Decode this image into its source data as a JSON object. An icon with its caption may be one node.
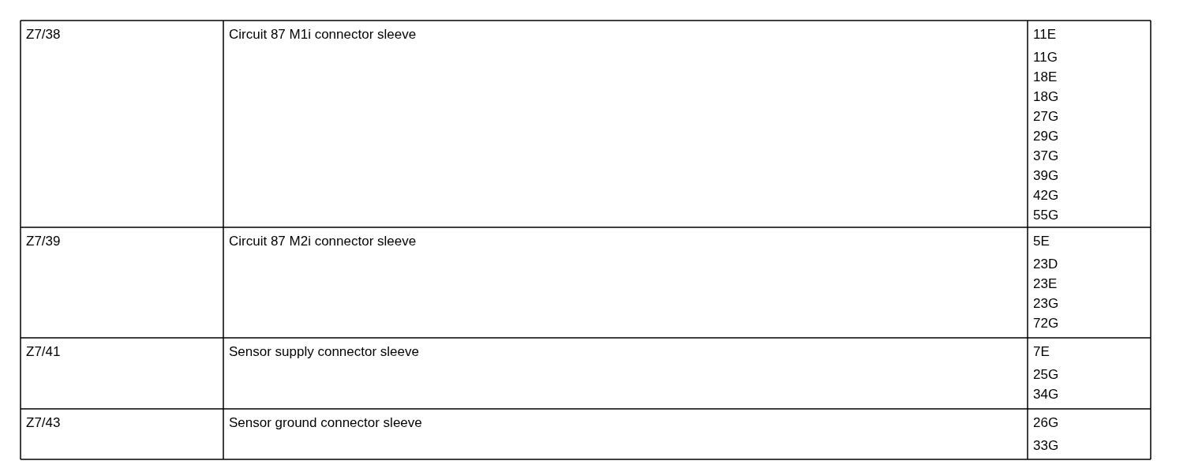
{
  "diagram": {
    "labels": [
      "Z7/38",
      "Circuit 87 M1i connector sleeve",
      "11E",
      "11G",
      "18E",
      "18G",
      "27G",
      "29G",
      "37G",
      "39G",
      "42G",
      "55G",
      "Z7/39",
      "Circuit 87 M2i connector sleeve",
      "5E",
      "23D",
      "23E",
      "23G",
      "72G",
      "Z7/41",
      "Sensor supply connector sleeve",
      "7E",
      "25G",
      "34G",
      "Z7/43",
      "Sensor ground connector sleeve",
      "26G",
      "33G"
    ]
  }
}
